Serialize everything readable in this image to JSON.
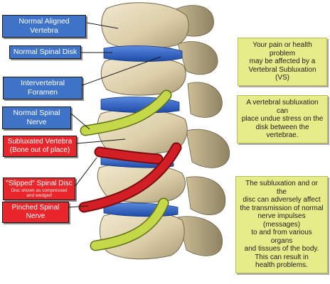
{
  "labels": {
    "normal_aligned_vertebra": "Normal Aligned Vertebra",
    "normal_spinal_disk": "Normal Spinal Disk",
    "intervertebral_foramen": "Intervertebral Foramen",
    "normal_spinal_nerve": "Normal Spinal Nerve",
    "subluxated_vertebra": "Subluxated Vertebra",
    "subluxated_vertebra_sub": "(Bone out of place)",
    "slipped_disc": "\"Slipped\" Spinal Disc",
    "slipped_disc_sub_1": "Disc shown as compressed",
    "slipped_disc_sub_2": "and wedged",
    "pinched_nerve": "Pinched Spinal Nerve"
  },
  "notes": {
    "note1": [
      "Your pain or health problem",
      "may be affected by a",
      "Vertebral Subluxation (VS)"
    ],
    "note2": [
      "A vertebral subluxation can",
      "place undue stress on the",
      "disk between the vertebrae."
    ],
    "note3": [
      "The subluxation and or the",
      "disc can adversely affect",
      "the transmission of normal",
      "nerve impulses (messages)",
      "to and from various organs",
      "and tissues of the body.",
      "This can result in",
      "health problems."
    ]
  },
  "colors": {
    "label_blue": "#3f73c8",
    "label_red": "#e8262b",
    "note_yellow": "#e7ec8b",
    "disc_blue": "#2e63c4",
    "nerve_green": "#c4d84a",
    "nerve_red": "#d21f25",
    "bone": "#e3d7b4"
  }
}
